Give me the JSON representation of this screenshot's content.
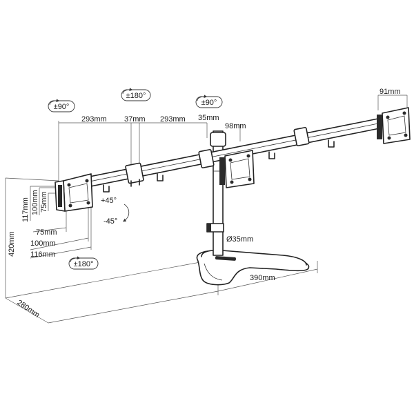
{
  "dimensions": {
    "arm_segment_left": "293mm",
    "arm_segment_mid": "37mm",
    "arm_segment_right": "293mm",
    "pole_offset": "35mm",
    "clamp_width": "98mm",
    "end_width": "91mm",
    "vesa_117": "117mm",
    "vesa_100_v": "100mm",
    "vesa_75_v": "75mm",
    "vesa_75_h": "75mm",
    "vesa_100_h": "100mm",
    "vesa_116_h": "116mm",
    "pole_diameter": "Ø35mm",
    "base_width": "390mm",
    "total_height": "420mm",
    "base_depth": "280mm"
  },
  "rotations": {
    "left_swivel": "±90°",
    "mid_rotation": "±180°",
    "right_swivel": "±90°",
    "bottom_rotation": "±180°",
    "tilt_up": "+45°",
    "tilt_down": "-45°"
  }
}
